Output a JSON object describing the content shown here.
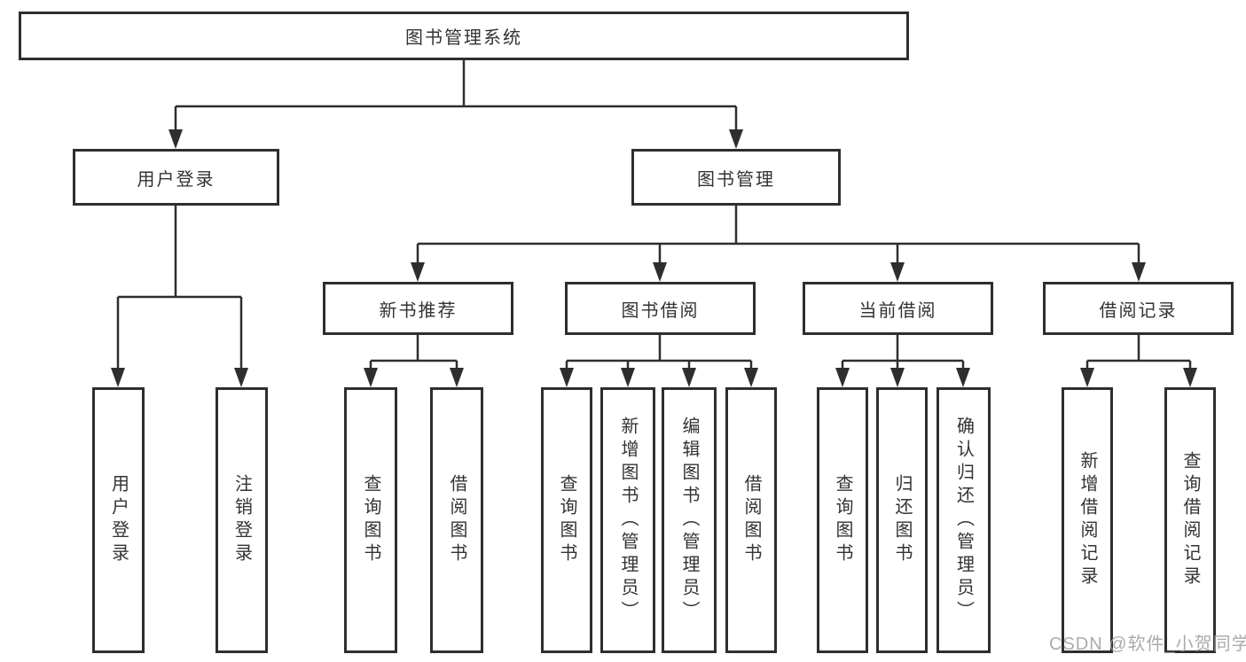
{
  "diagram": {
    "tree": {
      "label": "图书管理系统",
      "children": [
        {
          "label": "用户登录",
          "children": [
            {
              "label": "用户登录"
            },
            {
              "label": "注销登录"
            }
          ]
        },
        {
          "label": "图书管理",
          "children": [
            {
              "label": "新书推荐",
              "children": [
                {
                  "label": "查询图书"
                },
                {
                  "label": "借阅图书"
                }
              ]
            },
            {
              "label": "图书借阅",
              "children": [
                {
                  "label": "查询图书"
                },
                {
                  "label": "新增图书（管理员）"
                },
                {
                  "label": "编辑图书（管理员）"
                },
                {
                  "label": "借阅图书"
                }
              ]
            },
            {
              "label": "当前借阅",
              "children": [
                {
                  "label": "查询图书"
                },
                {
                  "label": "归还图书"
                },
                {
                  "label": "确认归还（管理员）"
                }
              ]
            },
            {
              "label": "借阅记录",
              "children": [
                {
                  "label": "新增借阅记录"
                },
                {
                  "label": "查询借阅记录"
                }
              ]
            }
          ]
        }
      ]
    },
    "colors": {
      "line": "#2e2e2e",
      "text": "#333333",
      "background": "#ffffff",
      "watermark": "#9c9c9c"
    }
  },
  "watermark": {
    "text": "CSDN @软件_小贺同学"
  }
}
